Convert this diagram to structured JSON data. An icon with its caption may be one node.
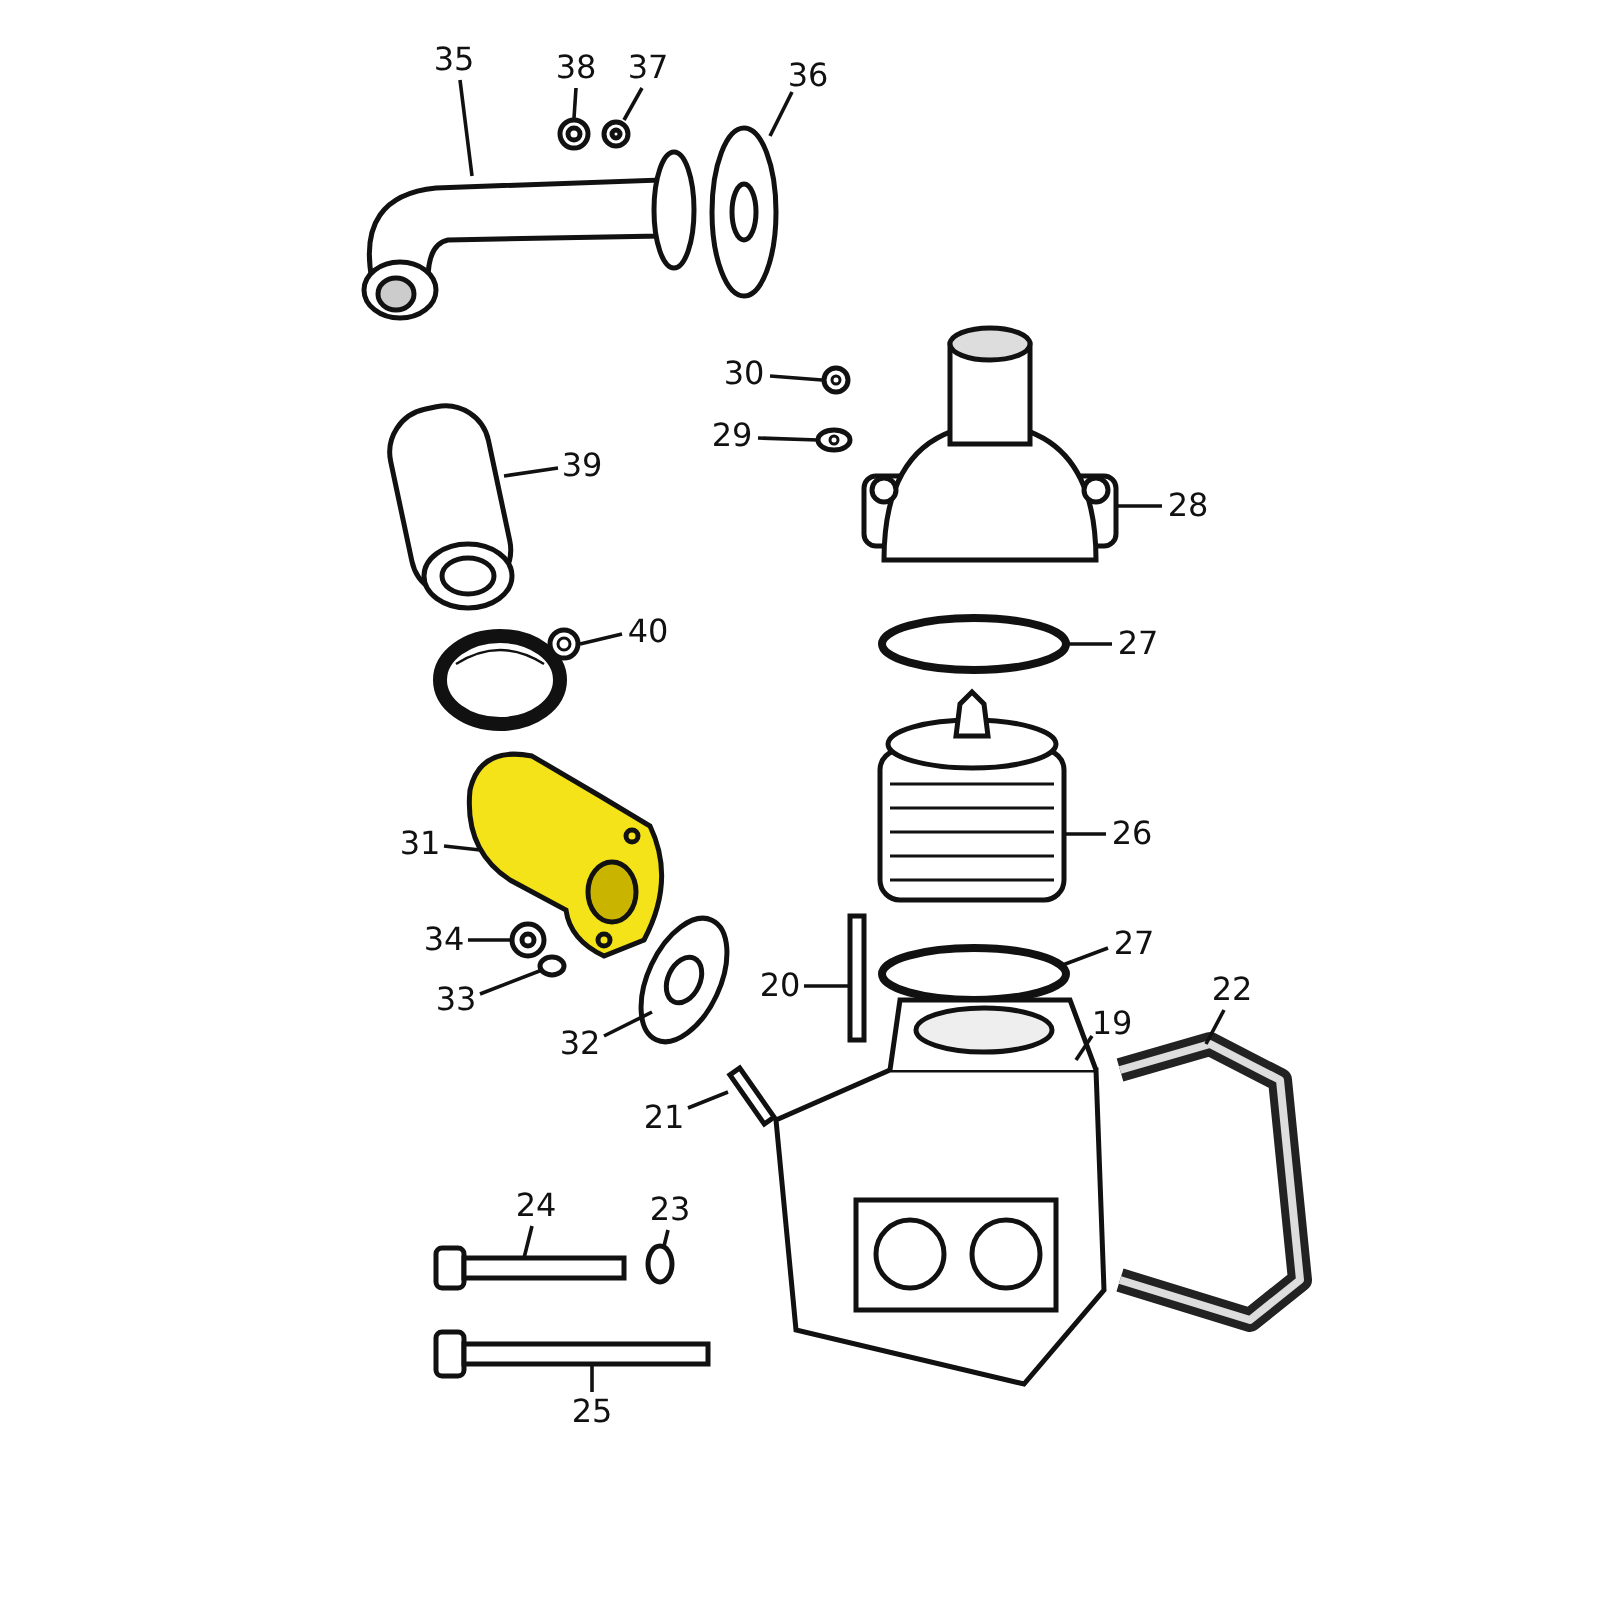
{
  "diagram": {
    "nodes": [
      {
        "text": [
          "35"
        ]
      },
      {
        "text": [
          "38"
        ]
      },
      {
        "text": [
          "37"
        ]
      },
      {
        "text": [
          "36"
        ]
      },
      {
        "text": [
          "30"
        ]
      },
      {
        "text": [
          "29"
        ]
      },
      {
        "text": [
          "39"
        ]
      },
      {
        "text": [
          "28"
        ]
      },
      {
        "text": [
          "40"
        ]
      },
      {
        "text": [
          "27"
        ]
      },
      {
        "text": [
          "26"
        ]
      },
      {
        "text": [
          "31"
        ]
      },
      {
        "text": [
          "34"
        ]
      },
      {
        "text": [
          "27"
        ]
      },
      {
        "text": [
          "20"
        ]
      },
      {
        "text": [
          "22"
        ]
      },
      {
        "text": [
          "33"
        ]
      },
      {
        "text": [
          "19"
        ]
      },
      {
        "text": [
          "32"
        ]
      },
      {
        "text": [
          "21"
        ]
      },
      {
        "text": [
          "24"
        ]
      },
      {
        "text": [
          "23"
        ]
      },
      {
        "text": [
          "25"
        ]
      },
      {
        "text": [],
        "shape": "picture"
      },
      {
        "text": [],
        "shape": "picture"
      },
      {
        "text": [],
        "shape": "picture"
      },
      {
        "text": [],
        "shape": "picture"
      },
      {
        "text": [],
        "shape": "circle"
      },
      {
        "text": [],
        "shape": "circle"
      },
      {
        "text": [],
        "shape": "picture"
      },
      {
        "text": [],
        "shape": "picture"
      },
      {
        "text": [],
        "shape": "picture"
      },
      {
        "text": [],
        "shape": "circle"
      },
      {
        "text": [],
        "shape": "picture"
      },
      {
        "text": [],
        "shape": "picture"
      },
      {
        "text": [],
        "shape": "picture"
      },
      {
        "text": [],
        "shape": "circle"
      },
      {
        "text": [],
        "shape": "bar"
      },
      {
        "text": [],
        "shape": "picture"
      },
      {
        "text": [],
        "shape": "circle"
      },
      {
        "text": [],
        "shape": "picture"
      },
      {
        "text": [],
        "shape": "picture"
      },
      {
        "text": [],
        "shape": "bar"
      },
      {
        "text": [],
        "shape": "picture"
      },
      {
        "text": [],
        "shape": "circle"
      },
      {
        "text": [],
        "shape": "picture"
      }
    ],
    "edges": [
      {
        "from": 0,
        "to": 23,
        "arrow": "none"
      },
      {
        "from": 1,
        "to": 24,
        "arrow": "none"
      },
      {
        "from": 2,
        "to": 25,
        "arrow": "none"
      },
      {
        "from": 3,
        "to": 26,
        "arrow": "none"
      },
      {
        "from": 4,
        "to": 27,
        "arrow": "none"
      },
      {
        "from": 5,
        "to": 28,
        "arrow": "none"
      },
      {
        "from": 6,
        "to": 29,
        "arrow": "none"
      },
      {
        "from": 7,
        "to": 30,
        "arrow": "none"
      },
      {
        "from": 8,
        "to": 31,
        "arrow": "none"
      },
      {
        "from": 9,
        "to": 32,
        "arrow": "none"
      },
      {
        "from": 10,
        "to": 33,
        "arrow": "none"
      },
      {
        "from": 11,
        "to": 34,
        "arrow": "none"
      },
      {
        "from": 12,
        "to": 35,
        "arrow": "none"
      },
      {
        "from": 13,
        "to": 36,
        "arrow": "none"
      },
      {
        "from": 14,
        "to": 37,
        "arrow": "none"
      },
      {
        "from": 15,
        "to": 38,
        "arrow": "none"
      },
      {
        "from": 16,
        "to": 39,
        "arrow": "none"
      },
      {
        "from": 17,
        "to": 40,
        "arrow": "none"
      },
      {
        "from": 18,
        "to": 41,
        "arrow": "none"
      },
      {
        "from": 19,
        "to": 42,
        "arrow": "none"
      },
      {
        "from": 20,
        "to": 43,
        "arrow": "none"
      },
      {
        "from": 21,
        "to": 44,
        "arrow": "none"
      },
      {
        "from": 22,
        "to": 45,
        "arrow": "none"
      }
    ]
  }
}
